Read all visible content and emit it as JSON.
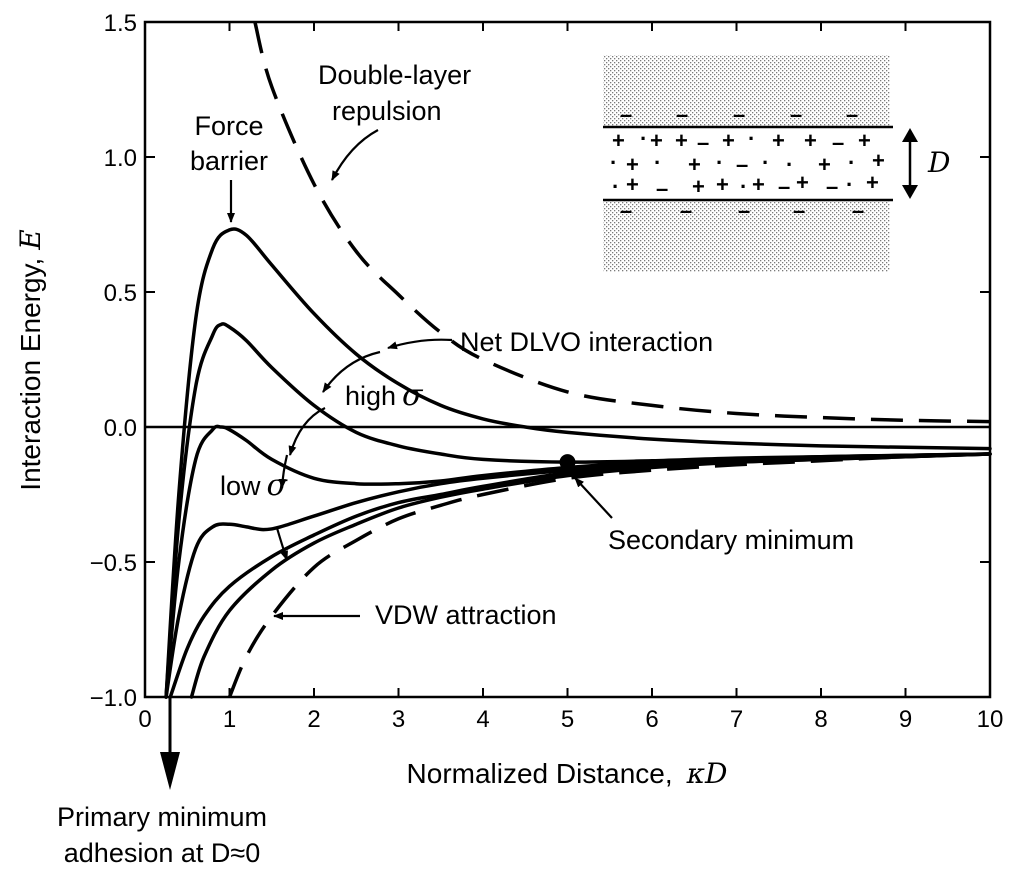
{
  "chart_data": {
    "type": "line",
    "xlabel_prefix": "Normalized Distance,",
    "xlabel_symbol": "κD",
    "ylabel_prefix": "Interaction Energy,",
    "ylabel_symbol": "E",
    "xlim": [
      0,
      10
    ],
    "ylim": [
      -1.0,
      1.5
    ],
    "x_ticks": [
      0,
      1,
      2,
      3,
      4,
      5,
      6,
      7,
      8,
      9,
      10
    ],
    "x_tick_labels": [
      "0",
      "1",
      "2",
      "3",
      "4",
      "5",
      "6",
      "7",
      "8",
      "9",
      "10"
    ],
    "y_ticks": [
      -1.0,
      -0.5,
      0.0,
      0.5,
      1.0,
      1.5
    ],
    "y_tick_labels": [
      "−1.0",
      "−0.5",
      "0.0",
      "0.5",
      "1.0",
      "1.5"
    ],
    "grid": false,
    "series": [
      {
        "id": "double-layer-repulsion",
        "style": "dashed",
        "x": [
          1.3,
          1.5,
          2.0,
          2.5,
          3.0,
          3.5,
          4.0,
          5.0,
          6.0,
          7.0,
          8.0,
          9.0,
          10.0
        ],
        "y": [
          1.5,
          1.26,
          0.9,
          0.65,
          0.49,
          0.35,
          0.25,
          0.13,
          0.08,
          0.05,
          0.035,
          0.025,
          0.02
        ]
      },
      {
        "id": "van-der-waals-attraction",
        "style": "dashed",
        "x": [
          1.0,
          1.2,
          1.5,
          2.0,
          2.5,
          3.0,
          3.5,
          4.0,
          5.0,
          6.0,
          7.0,
          8.0,
          9.0,
          10.0
        ],
        "y": [
          -1.0,
          -0.85,
          -0.7,
          -0.52,
          -0.42,
          -0.34,
          -0.29,
          -0.25,
          -0.19,
          -0.16,
          -0.14,
          -0.125,
          -0.11,
          -0.1
        ]
      },
      {
        "id": "dlvo-curve-1",
        "style": "solid",
        "x": [
          0.25,
          0.4,
          0.6,
          0.8,
          1.0,
          1.2,
          1.5,
          2.0,
          2.5,
          3.0,
          3.5,
          4.0,
          4.5,
          5.0,
          6.0,
          7.0,
          8.0,
          9.0,
          10.0
        ],
        "y": [
          -1.0,
          -0.25,
          0.4,
          0.66,
          0.73,
          0.71,
          0.6,
          0.42,
          0.27,
          0.16,
          0.08,
          0.03,
          0.0,
          -0.02,
          -0.045,
          -0.06,
          -0.07,
          -0.075,
          -0.08
        ]
      },
      {
        "id": "dlvo-curve-2",
        "style": "solid",
        "x": [
          0.25,
          0.4,
          0.6,
          0.8,
          0.9,
          1.0,
          1.2,
          1.5,
          2.0,
          2.5,
          3.0,
          3.5,
          4.0,
          5.0,
          6.0,
          7.0,
          8.0,
          9.0,
          10.0
        ],
        "y": [
          -1.0,
          -0.35,
          0.15,
          0.34,
          0.38,
          0.37,
          0.32,
          0.22,
          0.08,
          -0.02,
          -0.07,
          -0.1,
          -0.12,
          -0.13,
          -0.125,
          -0.115,
          -0.11,
          -0.105,
          -0.1
        ]
      },
      {
        "id": "dlvo-curve-3",
        "style": "solid",
        "x": [
          0.25,
          0.4,
          0.6,
          0.8,
          0.9,
          1.0,
          1.2,
          1.5,
          2.0,
          2.5,
          3.0,
          3.5,
          4.0,
          5.0,
          6.0,
          7.0,
          8.0,
          9.0,
          10.0
        ],
        "y": [
          -1.0,
          -0.5,
          -0.12,
          -0.01,
          0.0,
          -0.01,
          -0.05,
          -0.12,
          -0.19,
          -0.21,
          -0.21,
          -0.2,
          -0.18,
          -0.15,
          -0.13,
          -0.12,
          -0.11,
          -0.105,
          -0.1
        ]
      },
      {
        "id": "dlvo-curve-4",
        "style": "solid",
        "x": [
          0.25,
          0.4,
          0.6,
          0.8,
          1.0,
          1.2,
          1.4,
          1.6,
          2.0,
          2.5,
          3.0,
          3.5,
          4.0,
          5.0,
          6.0,
          7.0,
          8.0,
          9.0,
          10.0
        ],
        "y": [
          -1.0,
          -0.7,
          -0.45,
          -0.37,
          -0.36,
          -0.37,
          -0.38,
          -0.37,
          -0.33,
          -0.28,
          -0.24,
          -0.21,
          -0.19,
          -0.16,
          -0.14,
          -0.125,
          -0.115,
          -0.105,
          -0.1
        ]
      },
      {
        "id": "dlvo-curve-5",
        "style": "solid",
        "x": [
          0.3,
          0.5,
          0.7,
          1.0,
          1.5,
          2.0,
          2.5,
          3.0,
          3.5,
          4.0,
          5.0,
          6.0,
          7.0,
          8.0,
          9.0,
          10.0
        ],
        "y": [
          -1.0,
          -0.82,
          -0.7,
          -0.59,
          -0.48,
          -0.4,
          -0.33,
          -0.28,
          -0.25,
          -0.22,
          -0.17,
          -0.145,
          -0.13,
          -0.12,
          -0.11,
          -0.1
        ]
      },
      {
        "id": "dlvo-curve-6",
        "style": "solid",
        "x": [
          0.55,
          0.7,
          1.0,
          1.5,
          2.0,
          2.5,
          3.0,
          3.5,
          4.0,
          5.0,
          6.0,
          7.0,
          8.0,
          9.0,
          10.0
        ],
        "y": [
          -1.0,
          -0.85,
          -0.68,
          -0.53,
          -0.43,
          -0.36,
          -0.3,
          -0.26,
          -0.23,
          -0.18,
          -0.15,
          -0.13,
          -0.12,
          -0.11,
          -0.1
        ]
      }
    ],
    "secondary_minimum_point": {
      "x": 5.0,
      "y": -0.13
    },
    "annotations": {
      "force_barrier_line1": "Force",
      "force_barrier_line2": "barrier",
      "double_layer_line1": "Double-layer",
      "double_layer_line2": "repulsion",
      "net_dlvo": "Net DLVO interaction",
      "high_sigma_text": "high",
      "low_sigma_text": "low",
      "sigma_symbol": "σ",
      "secondary_minimum": "Secondary minimum",
      "vdw_attraction": "VDW attraction",
      "primary_line1": "Primary minimum",
      "primary_line2": "adhesion at D≈0"
    },
    "inset": {
      "separation_label": "D"
    }
  }
}
